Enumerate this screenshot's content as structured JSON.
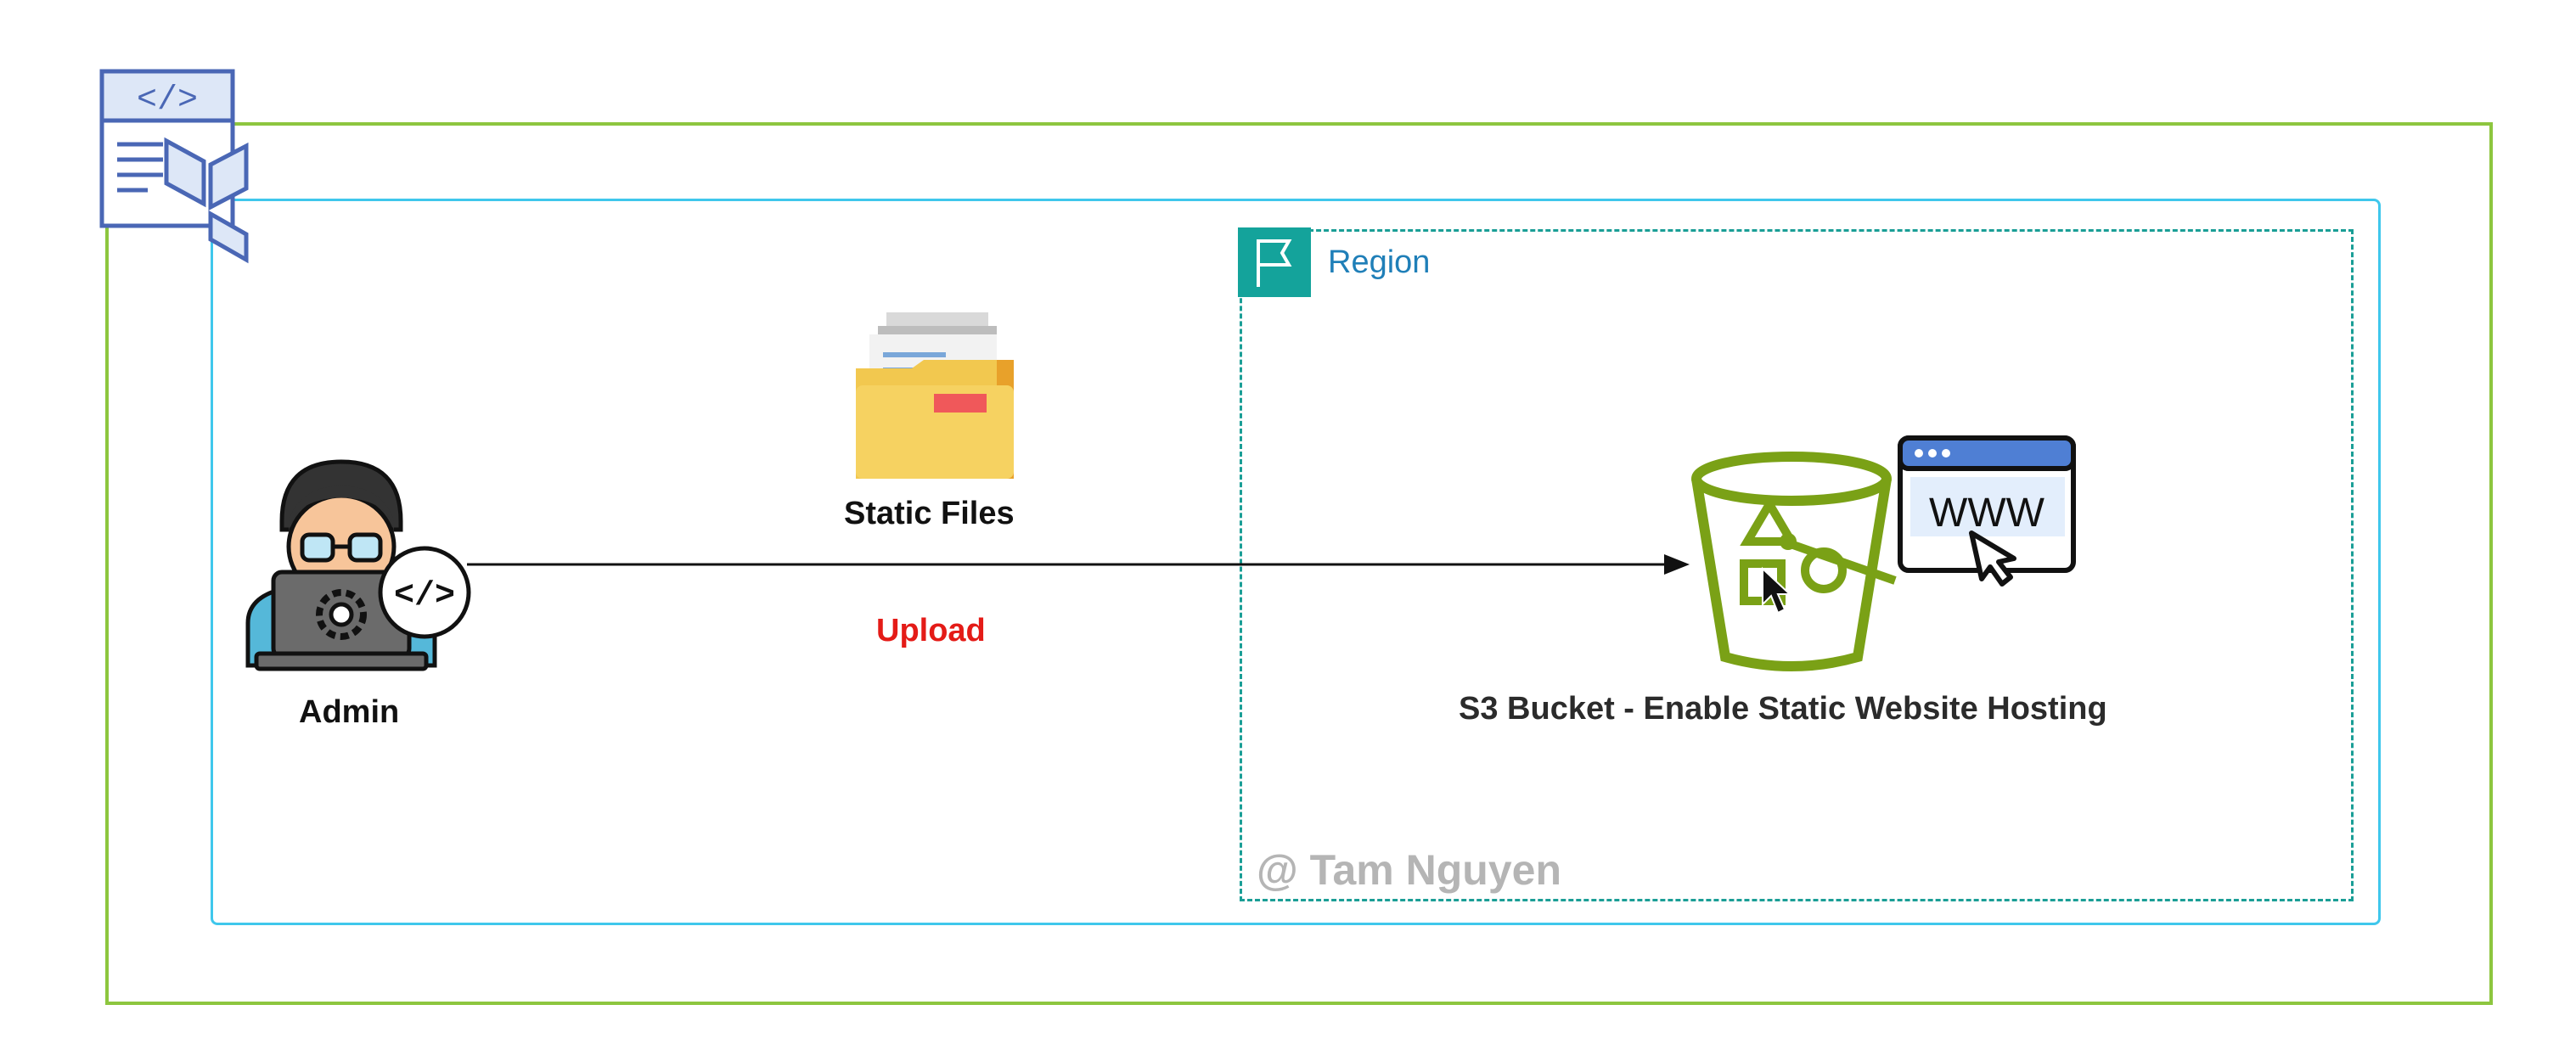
{
  "diagram": {
    "region_label": "Region",
    "admin_label": "Admin",
    "static_files_label": "Static Files",
    "upload_label": "Upload",
    "s3_label": "S3 Bucket - Enable Static Website Hosting",
    "www_text": "WWW",
    "code_tag_text": "</>",
    "watermark": "@ Tam Nguyen"
  },
  "colors": {
    "outer_border": "#8dc63f",
    "inner_border": "#3fc7ec",
    "region_border": "#1a9e96",
    "upload": "#e41b17",
    "bucket": "#7aa116"
  },
  "icons": [
    "terraform-code-icon",
    "admin-developer-icon",
    "folder-files-icon",
    "s3-bucket-icon",
    "www-browser-icon",
    "region-flag-icon",
    "cursor-icon"
  ]
}
